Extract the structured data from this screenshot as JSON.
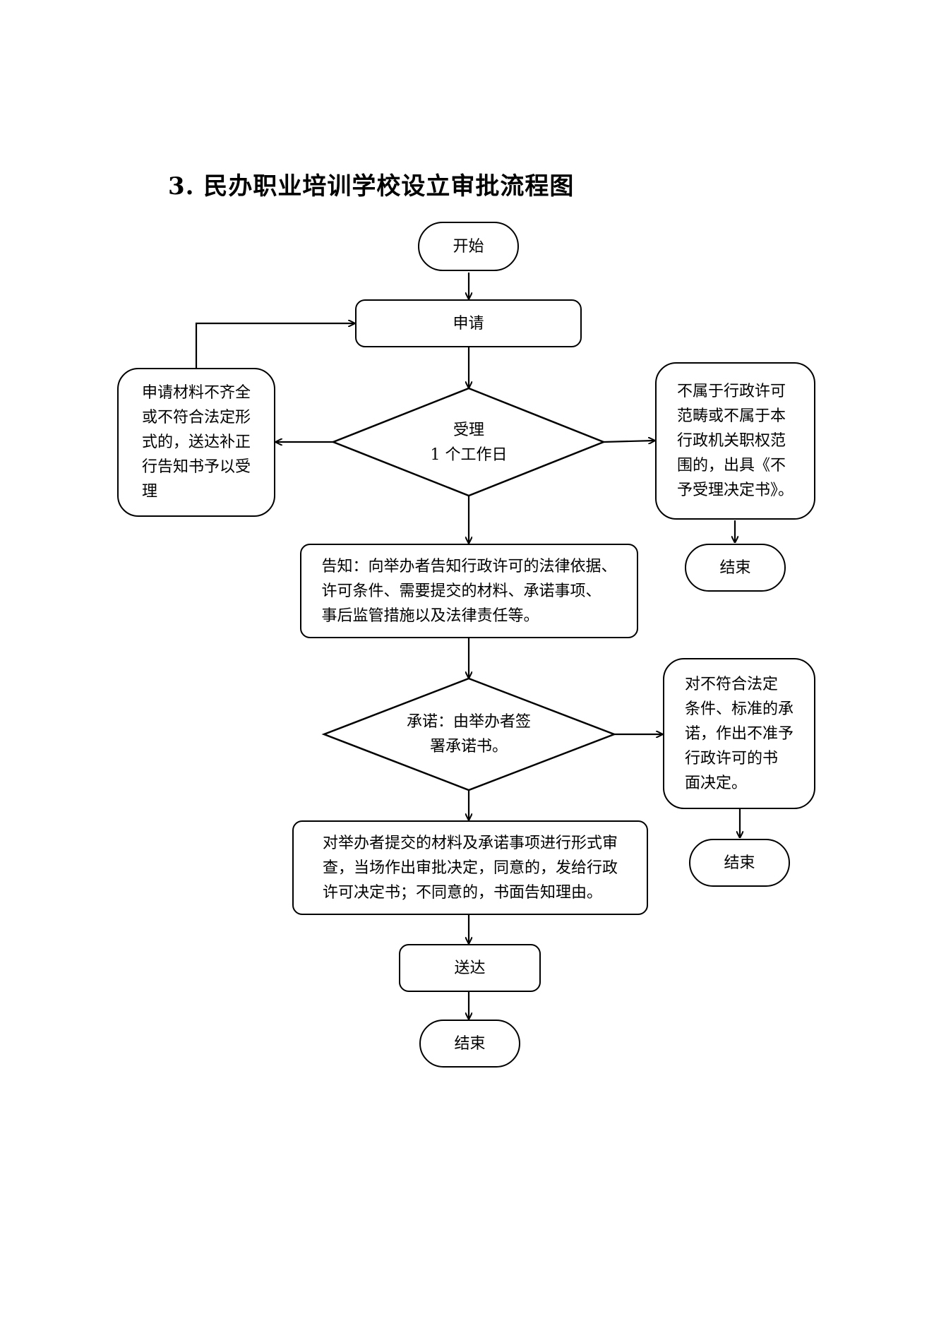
{
  "title": "3. 民办职业培训学校设立审批流程图",
  "nodes": {
    "start": "开始",
    "apply": "申请",
    "incomplete": "申请材料不齐全\n或不符合法定形\n式的，送达补正\n行告知书予以受\n理",
    "accept": "受理\n1 个工作日",
    "reject": "不属于行政许可\n范畴或不属于本\n行政机关职权范\n围的，出具《不\n予受理决定书》。",
    "end_reject": "结束",
    "notify": "告知：向举办者告知行政许可的法律依据、\n许可条件、需要提交的材料、承诺事项、\n事后监管措施以及法律责任等。",
    "promise": "承诺：由举办者签\n署承诺书。",
    "deny": "对不符合法定\n条件、标准的承\n诺，作出不准予\n行政许可的书\n面决定。",
    "end_deny": "结束",
    "review": "对举办者提交的材料及承诺事项进行形式审\n查，当场作出审批决定，同意的，发给行政\n许可决定书；不同意的，书面告知理由。",
    "deliver": "送达",
    "end": "结束"
  }
}
